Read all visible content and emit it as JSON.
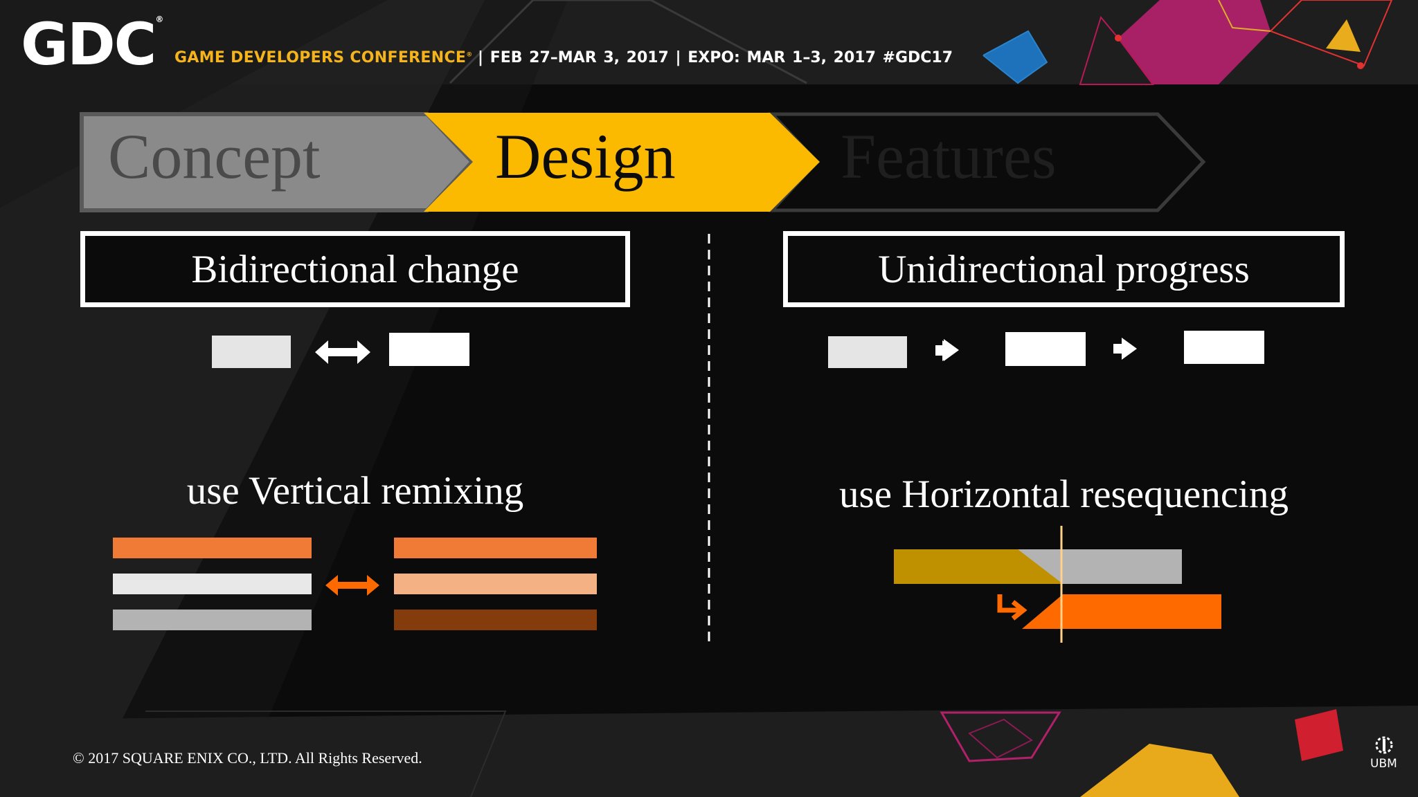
{
  "header": {
    "logo": "GDC",
    "conference_name": "GAME DEVELOPERS CONFERENCE",
    "conference_info": "|  FEB 27–MAR 3, 2017  |  EXPO: MAR 1–3, 2017   #GDC17"
  },
  "process": {
    "steps": [
      "Concept",
      "Design",
      "Features"
    ],
    "active_step": "Design"
  },
  "left": {
    "heading": "Bidirectional change",
    "subheading": "use Vertical remixing"
  },
  "right": {
    "heading": "Unidirectional progress",
    "subheading": "use Horizontal resequencing"
  },
  "footer": {
    "copyright": "© 2017 SQUARE ENIX CO., LTD. All Rights Reserved.",
    "publisher": "UBM"
  },
  "colors": {
    "accent_yellow": "#fbb900",
    "concept_gray": "#8a8a8a",
    "orange": "#f07b37",
    "orange_light": "#f4b184",
    "orange_dark": "#843c0c",
    "resequence_gold": "#bf9000",
    "resequence_orange": "#ff6a00"
  }
}
